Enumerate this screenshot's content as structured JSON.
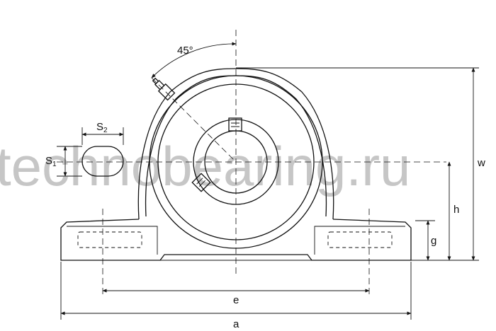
{
  "watermark": "technobearing.ru",
  "angle_label": "45°",
  "labels": {
    "s1_main": "S",
    "s1_sub": "1",
    "s2_main": "S",
    "s2_sub": "2",
    "w": "w",
    "h": "h",
    "g": "g",
    "e": "e",
    "a": "a"
  }
}
